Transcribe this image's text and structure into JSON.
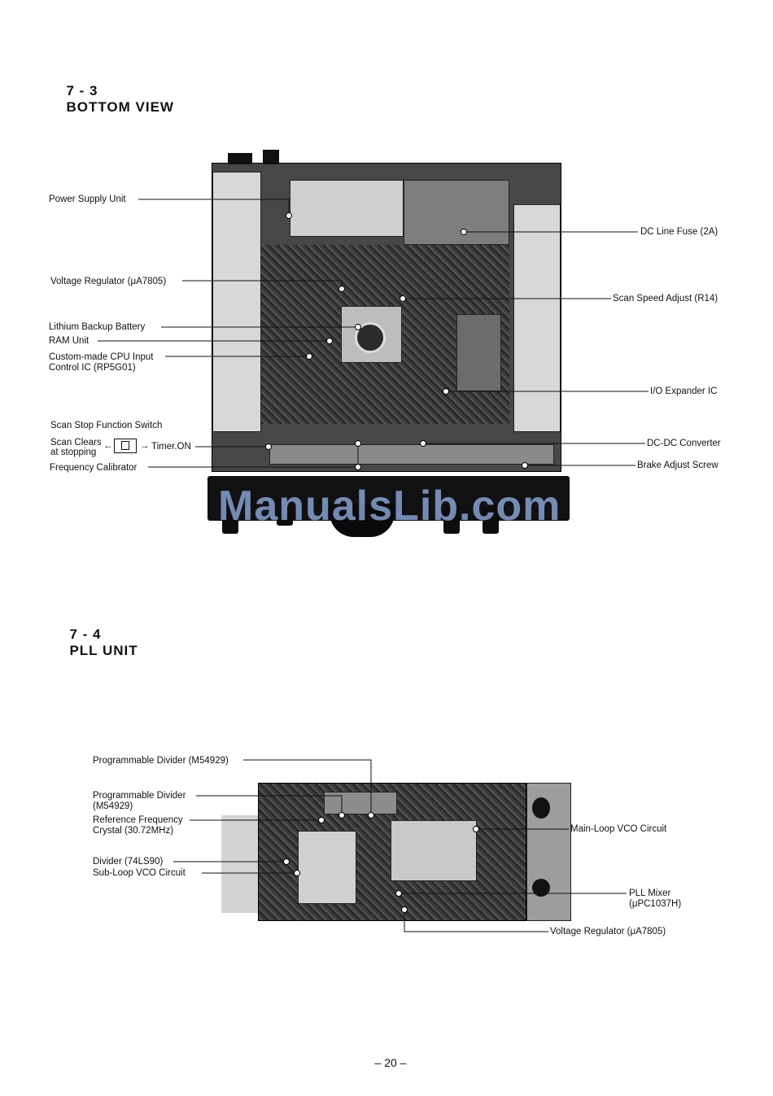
{
  "sections": {
    "bottom_view": {
      "number": "7 - 3",
      "title": "BOTTOM VIEW"
    },
    "pll_unit": {
      "number": "7 - 4",
      "title": "PLL UNIT"
    }
  },
  "bottom_view_labels": {
    "power_supply_unit": "Power Supply Unit",
    "voltage_regulator": "Voltage Regulator (μA7805)",
    "lithium_backup_battery": "Lithium Backup Battery",
    "ram_unit": "RAM Unit",
    "cpu_input_line1": "Custom-made CPU Input",
    "cpu_input_line2": "Control IC (RP5G01)",
    "scan_stop_switch": "Scan Stop Function Switch",
    "scan_clears_line1": "Scan Clears",
    "scan_clears_line2": "at stopping",
    "timer_on": "Timer.ON",
    "frequency_calibrator": "Frequency Calibrator",
    "dc_line_fuse": "DC Line Fuse (2A)",
    "scan_speed_adjust": "Scan Speed Adjust (R14)",
    "io_expander": "I/O Expander IC",
    "dc_dc_converter": "DC-DC Converter",
    "brake_adjust_screw": "Brake Adjust Screw"
  },
  "pll_labels": {
    "prog_divider_1": "Programmable Divider (M54929)",
    "prog_divider_2_line1": "Programmable Divider",
    "prog_divider_2_line2": "(M54929)",
    "ref_freq_line1": "Reference Frequency",
    "ref_freq_line2": "Crystal (30.72MHz)",
    "divider": "Divider (74LS90)",
    "sub_loop_vco": "Sub-Loop VCO Circuit",
    "main_loop_vco": "Main-Loop VCO Circuit",
    "pll_mixer_line1": "PLL Mixer",
    "pll_mixer_line2": "(μPC1037H)",
    "voltage_regulator": "Voltage Regulator (μA7805)"
  },
  "watermark": "ManualsLib.com",
  "page_number": "– 20 –"
}
